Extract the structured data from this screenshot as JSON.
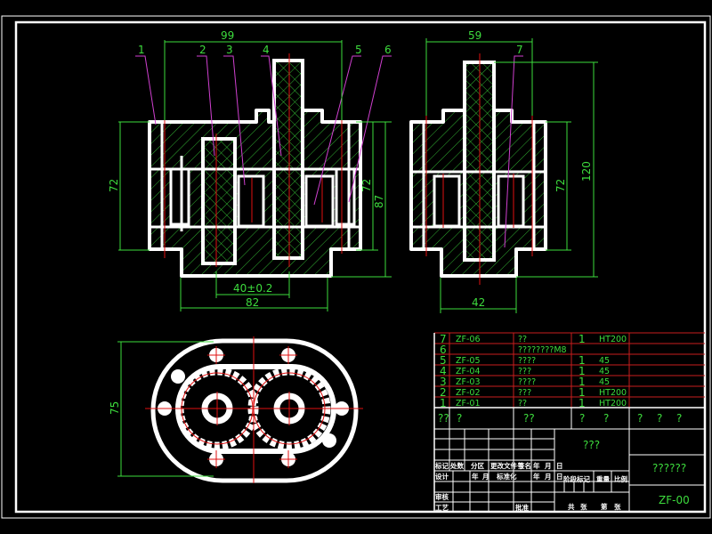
{
  "colors": {
    "background": "#000000",
    "outline": "#ffffff",
    "dimension": "#3ddc3d",
    "centerline": "#e01010",
    "leader": "#d040d0",
    "table_grid": "#c81e1e"
  },
  "front_view": {
    "dims": {
      "top_width": "99",
      "left_height": "72",
      "right_height_inner": "72",
      "right_height_outer": "87",
      "center_distance": "40±0.2",
      "bottom_width": "82"
    },
    "balloons": [
      "1",
      "2",
      "3",
      "4",
      "5",
      "6"
    ]
  },
  "side_view": {
    "dims": {
      "top_width": "59",
      "right_height_inner": "72",
      "right_height_outer": "120",
      "bottom_width": "42"
    },
    "balloons": [
      "7"
    ]
  },
  "top_view": {
    "dims": {
      "left_height": "75"
    }
  },
  "bom": {
    "rows": [
      {
        "no": "7",
        "code": "ZF-06",
        "name": "??",
        "qty": "1",
        "material": "HT200"
      },
      {
        "no": "6",
        "code": "",
        "name": "????????M8",
        "qty": "",
        "material": ""
      },
      {
        "no": "5",
        "code": "ZF-05",
        "name": "????",
        "qty": "1",
        "material": "45"
      },
      {
        "no": "4",
        "code": "ZF-04",
        "name": "???",
        "qty": "1",
        "material": "45"
      },
      {
        "no": "3",
        "code": "ZF-03",
        "name": "????",
        "qty": "1",
        "material": "45"
      },
      {
        "no": "2",
        "code": "ZF-02",
        "name": "???",
        "qty": "1",
        "material": "HT200"
      },
      {
        "no": "1",
        "code": "ZF-01",
        "name": "??",
        "qty": "1",
        "material": "HT200"
      }
    ],
    "header": {
      "no": "??",
      "code": "?",
      "name": "??",
      "qty": "?",
      "material": "?",
      "h1": "?",
      "h2": "?",
      "h3": "?"
    }
  },
  "title_block": {
    "drawing_name": "???",
    "company": "??????",
    "drawing_number": "ZF-00",
    "labels": {
      "mark": "标记",
      "count": "处数",
      "zone": "分区",
      "change_doc": "更改文件号",
      "sign": "签名",
      "year": "年",
      "month": "月",
      "day": "日",
      "design": "设计",
      "year2": "年",
      "month2": "月",
      "standardize": "标准化",
      "year3": "年",
      "month3": "月",
      "day2": "日",
      "review": "审核",
      "process": "工艺",
      "approve": "批准",
      "stage_mark": "阶段标记",
      "weight": "重量",
      "scale": "比例",
      "total": "共",
      "sheets": "张",
      "nth": "第",
      "sheet": "张"
    }
  }
}
